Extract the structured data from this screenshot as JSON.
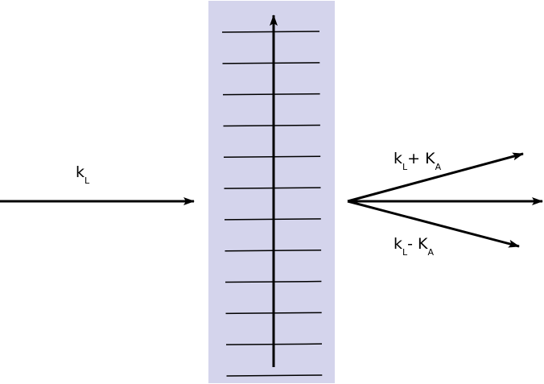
{
  "colors": {
    "background": "#ffffff",
    "crystal_fill": "#d4d4ec",
    "ink": "#000000"
  },
  "crystal": {
    "wavefront_count": 12
  },
  "labels": {
    "incident": {
      "main": "k",
      "sub": "L"
    },
    "upper": {
      "main1": "k",
      "sub1": "L",
      "op": "+ K",
      "sub2": "A"
    },
    "lower": {
      "main1": "k",
      "sub1": "L",
      "op": "- K",
      "sub2": "A"
    }
  }
}
